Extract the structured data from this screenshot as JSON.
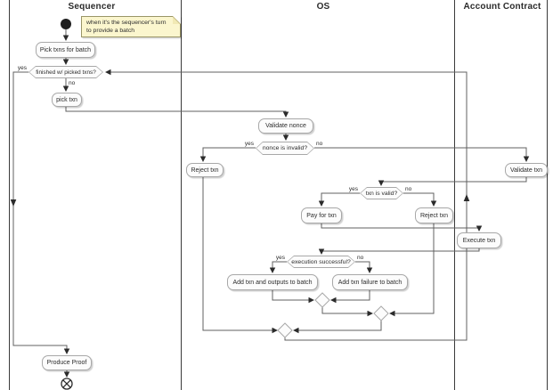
{
  "lanes": {
    "sequencer": "Sequencer",
    "os": "OS",
    "account_contract": "Account Contract"
  },
  "note": {
    "text": "when it's the sequencer's turn to provide a batch"
  },
  "nodes": {
    "pick_txns": "Pick txns for batch",
    "finished": "finished w/ picked txns?",
    "pick_txn": "pick txn",
    "validate_nonce": "Validate nonce",
    "nonce_invalid": "nonce is invalid?",
    "reject_txn_1": "Reject txn",
    "validate_txn": "Validate txn",
    "txn_valid": "txn is valid?",
    "pay_for_txn": "Pay for txn",
    "reject_txn_2": "Reject txn",
    "execute_txn": "Execute txn",
    "exec_successful": "execution successful?",
    "add_outputs": "Add txn and outputs to batch",
    "add_failure": "Add txn failure to batch",
    "produce_proof": "Produce Proof"
  },
  "labels": {
    "yes": "yes",
    "no": "no"
  },
  "colors": {
    "node_fill": "#fcfcfc",
    "node_border": "#a8a8a8",
    "edge": "#606060",
    "arrowhead": "#2b2b2b",
    "lane_line": "#3a3a3a",
    "note_fill": "#fbf6ce",
    "note_border": "#9a9567",
    "start_node": "#1f1f1f",
    "text": "#2b2b2b"
  }
}
